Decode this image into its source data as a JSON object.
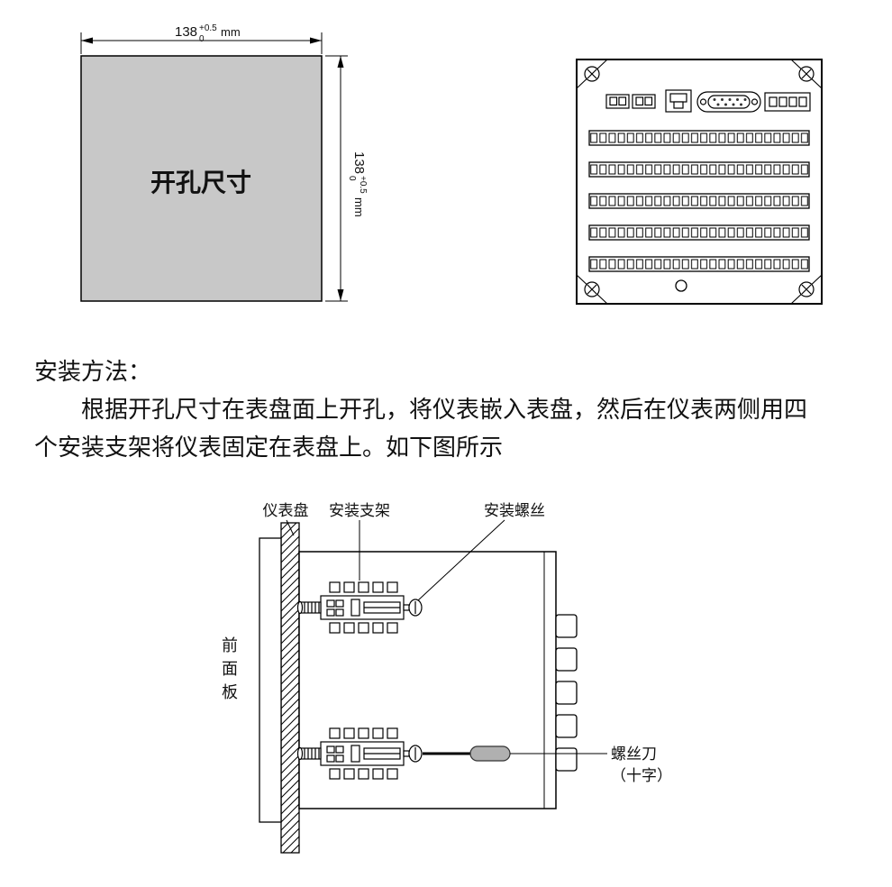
{
  "colors": {
    "cutout_fill": "#c8c8c8",
    "screwdriver_handle": "#b0b0b0"
  },
  "cutout_diagram": {
    "label": "开孔尺寸",
    "dimension": {
      "value": "138",
      "tol_upper": "+0.5",
      "tol_lower": "0",
      "unit": "mm"
    }
  },
  "instructions": {
    "heading": "安装方法：",
    "body": "根据开孔尺寸在表盘面上开孔，将仪表嵌入表盘，然后在仪表两侧用四个安装支架将仪表固定在表盘上。如下图所示"
  },
  "install_diagram": {
    "labels": {
      "panel": "仪表盘",
      "bracket": "安装支架",
      "screw": "安装螺丝",
      "front_panel": "前面板",
      "screwdriver_line1": "螺丝刀",
      "screwdriver_line2": "（十字）"
    }
  }
}
